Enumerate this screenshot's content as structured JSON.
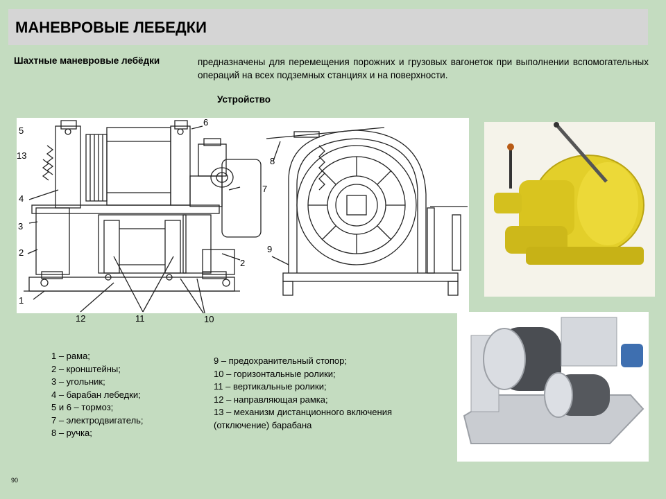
{
  "header": {
    "title": "МАНЕВРОВЫЕ ЛЕБЕДКИ"
  },
  "intro": {
    "term": "Шахтные маневровые лебёдки",
    "text": "предназначены для перемещения порожних и грузовых вагонеток при выполнении вспомогательных операций на всех подземных станциях и на поверхности."
  },
  "device_heading": "Устройство",
  "drawing": {
    "callouts": [
      "5",
      "13",
      "4",
      "3",
      "2",
      "1",
      "12",
      "11",
      "10",
      "6",
      "7",
      "2",
      "8",
      "9"
    ]
  },
  "legend_left": [
    "1 – рама;",
    "2 – кронштейны;",
    "3 – угольник;",
    "4 – барабан лебедки;",
    "5 и 6 – тормоз;",
    "7 – электродвигатель;",
    "8 – ручка;"
  ],
  "legend_right": [
    "9 – предохранительный стопор;",
    "10 – горизонтальные ролики;",
    "11 – вертикальные ролики;",
    "12 – направляющая рамка;",
    "13 – механизм дистанционного включения",
    "(отключение) барабана"
  ],
  "page_number": "90"
}
